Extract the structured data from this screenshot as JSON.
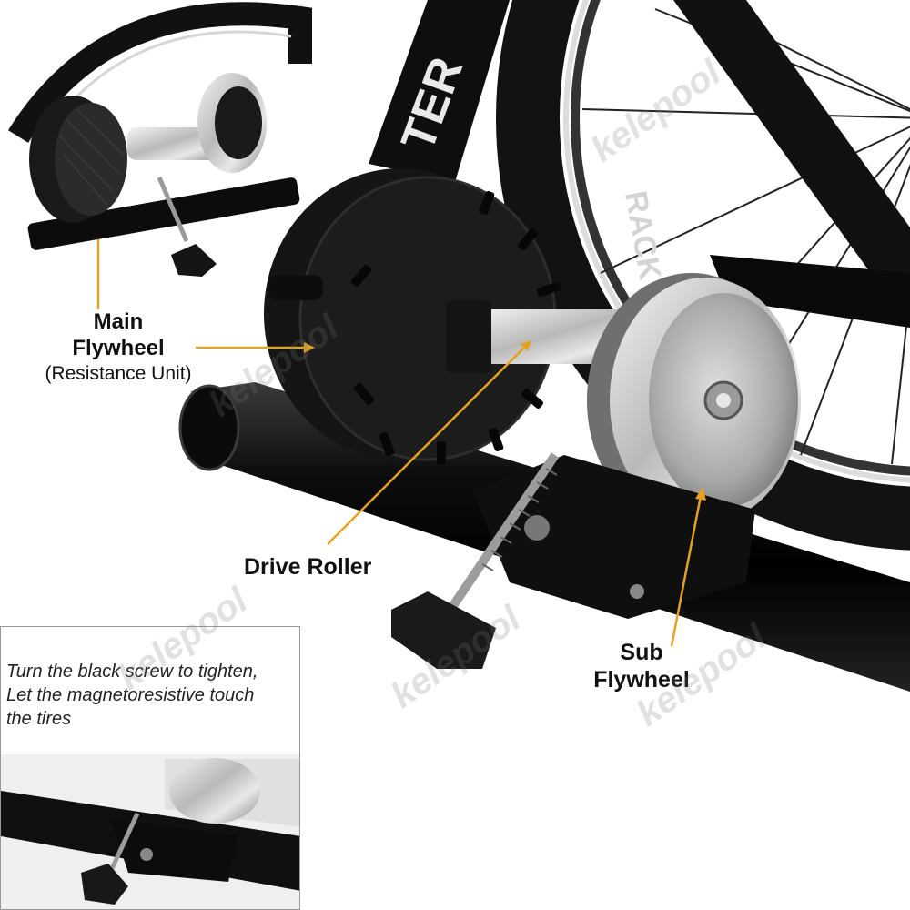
{
  "labels": {
    "main_flywheel_line1": "Main",
    "main_flywheel_line2": "Flywheel",
    "main_flywheel_line3": "(Resistance Unit)",
    "drive_roller": "Drive Roller",
    "sub_flywheel_line1": "Sub",
    "sub_flywheel_line2": "Flywheel"
  },
  "inset": {
    "line1": "Turn the black screw to tighten,",
    "line2": "Let the magnetoresistive touch",
    "line3": "the tires"
  },
  "watermark": {
    "text": "kelepool"
  },
  "frame_text": "TER",
  "tire_text": "RACK",
  "colors": {
    "accent_arrow": "#E8A020",
    "frame": "#111111",
    "chrome": "#C8C8C8"
  }
}
